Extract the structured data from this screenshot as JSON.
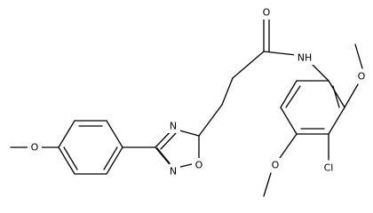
{
  "molecule": {
    "atom_labels": {
      "carbonyl_o": "O",
      "amide_nh": "NH",
      "oxadiazole_n4": "N",
      "oxadiazole_n2": "N",
      "oxadiazole_o1": "O",
      "methoxy_o_left": "O",
      "methoxy_o_top": "O",
      "methoxy_o_bottom": "O",
      "chloro": "Cl"
    }
  }
}
